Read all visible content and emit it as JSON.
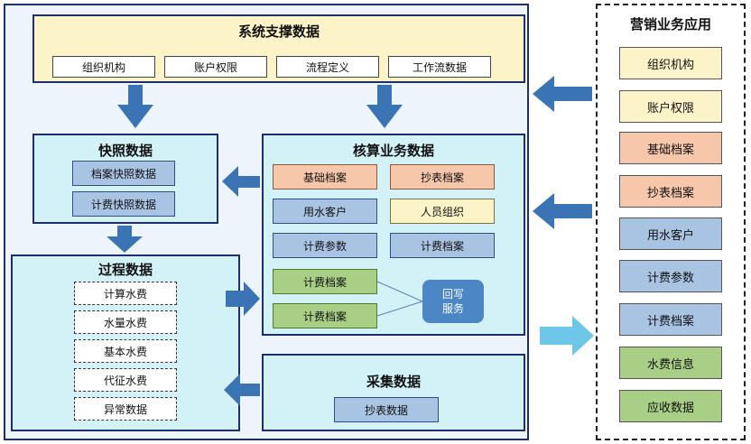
{
  "system_support": {
    "title": "系统支撑数据",
    "items": [
      "组织机构",
      "账户权限",
      "流程定义",
      "工作流数据"
    ]
  },
  "snapshot": {
    "title": "快照数据",
    "items": [
      "档案快照数据",
      "计费快照数据"
    ]
  },
  "accounting": {
    "title": "核算业务数据",
    "grid": [
      [
        "基础档案",
        "抄表档案"
      ],
      [
        "用水客户",
        "人员组织"
      ],
      [
        "计费参数",
        "计费档案"
      ]
    ],
    "green_items": [
      "计费档案",
      "计费档案"
    ],
    "service_line1": "回写",
    "service_line2": "服务"
  },
  "process": {
    "title": "过程数据",
    "items": [
      "计算水费",
      "水量水费",
      "基本水费",
      "代征水费",
      "异常数据"
    ]
  },
  "collection": {
    "title": "采集数据",
    "item": "抄表数据"
  },
  "marketing": {
    "title": "营销业务应用",
    "items": [
      "组织机构",
      "账户权限",
      "基础档案",
      "抄表档案",
      "用水客户",
      "计费参数",
      "计费档案",
      "水费信息",
      "应收数据"
    ]
  },
  "colors": {
    "frame": "#1f2f6b",
    "arrow": "#3a74b5",
    "cyan_arrow": "#6ec6e8",
    "yellow": "#fdf3c8",
    "blue": "#a9c3e3",
    "salmon": "#f6c7aa",
    "green": "#a8cf85"
  }
}
